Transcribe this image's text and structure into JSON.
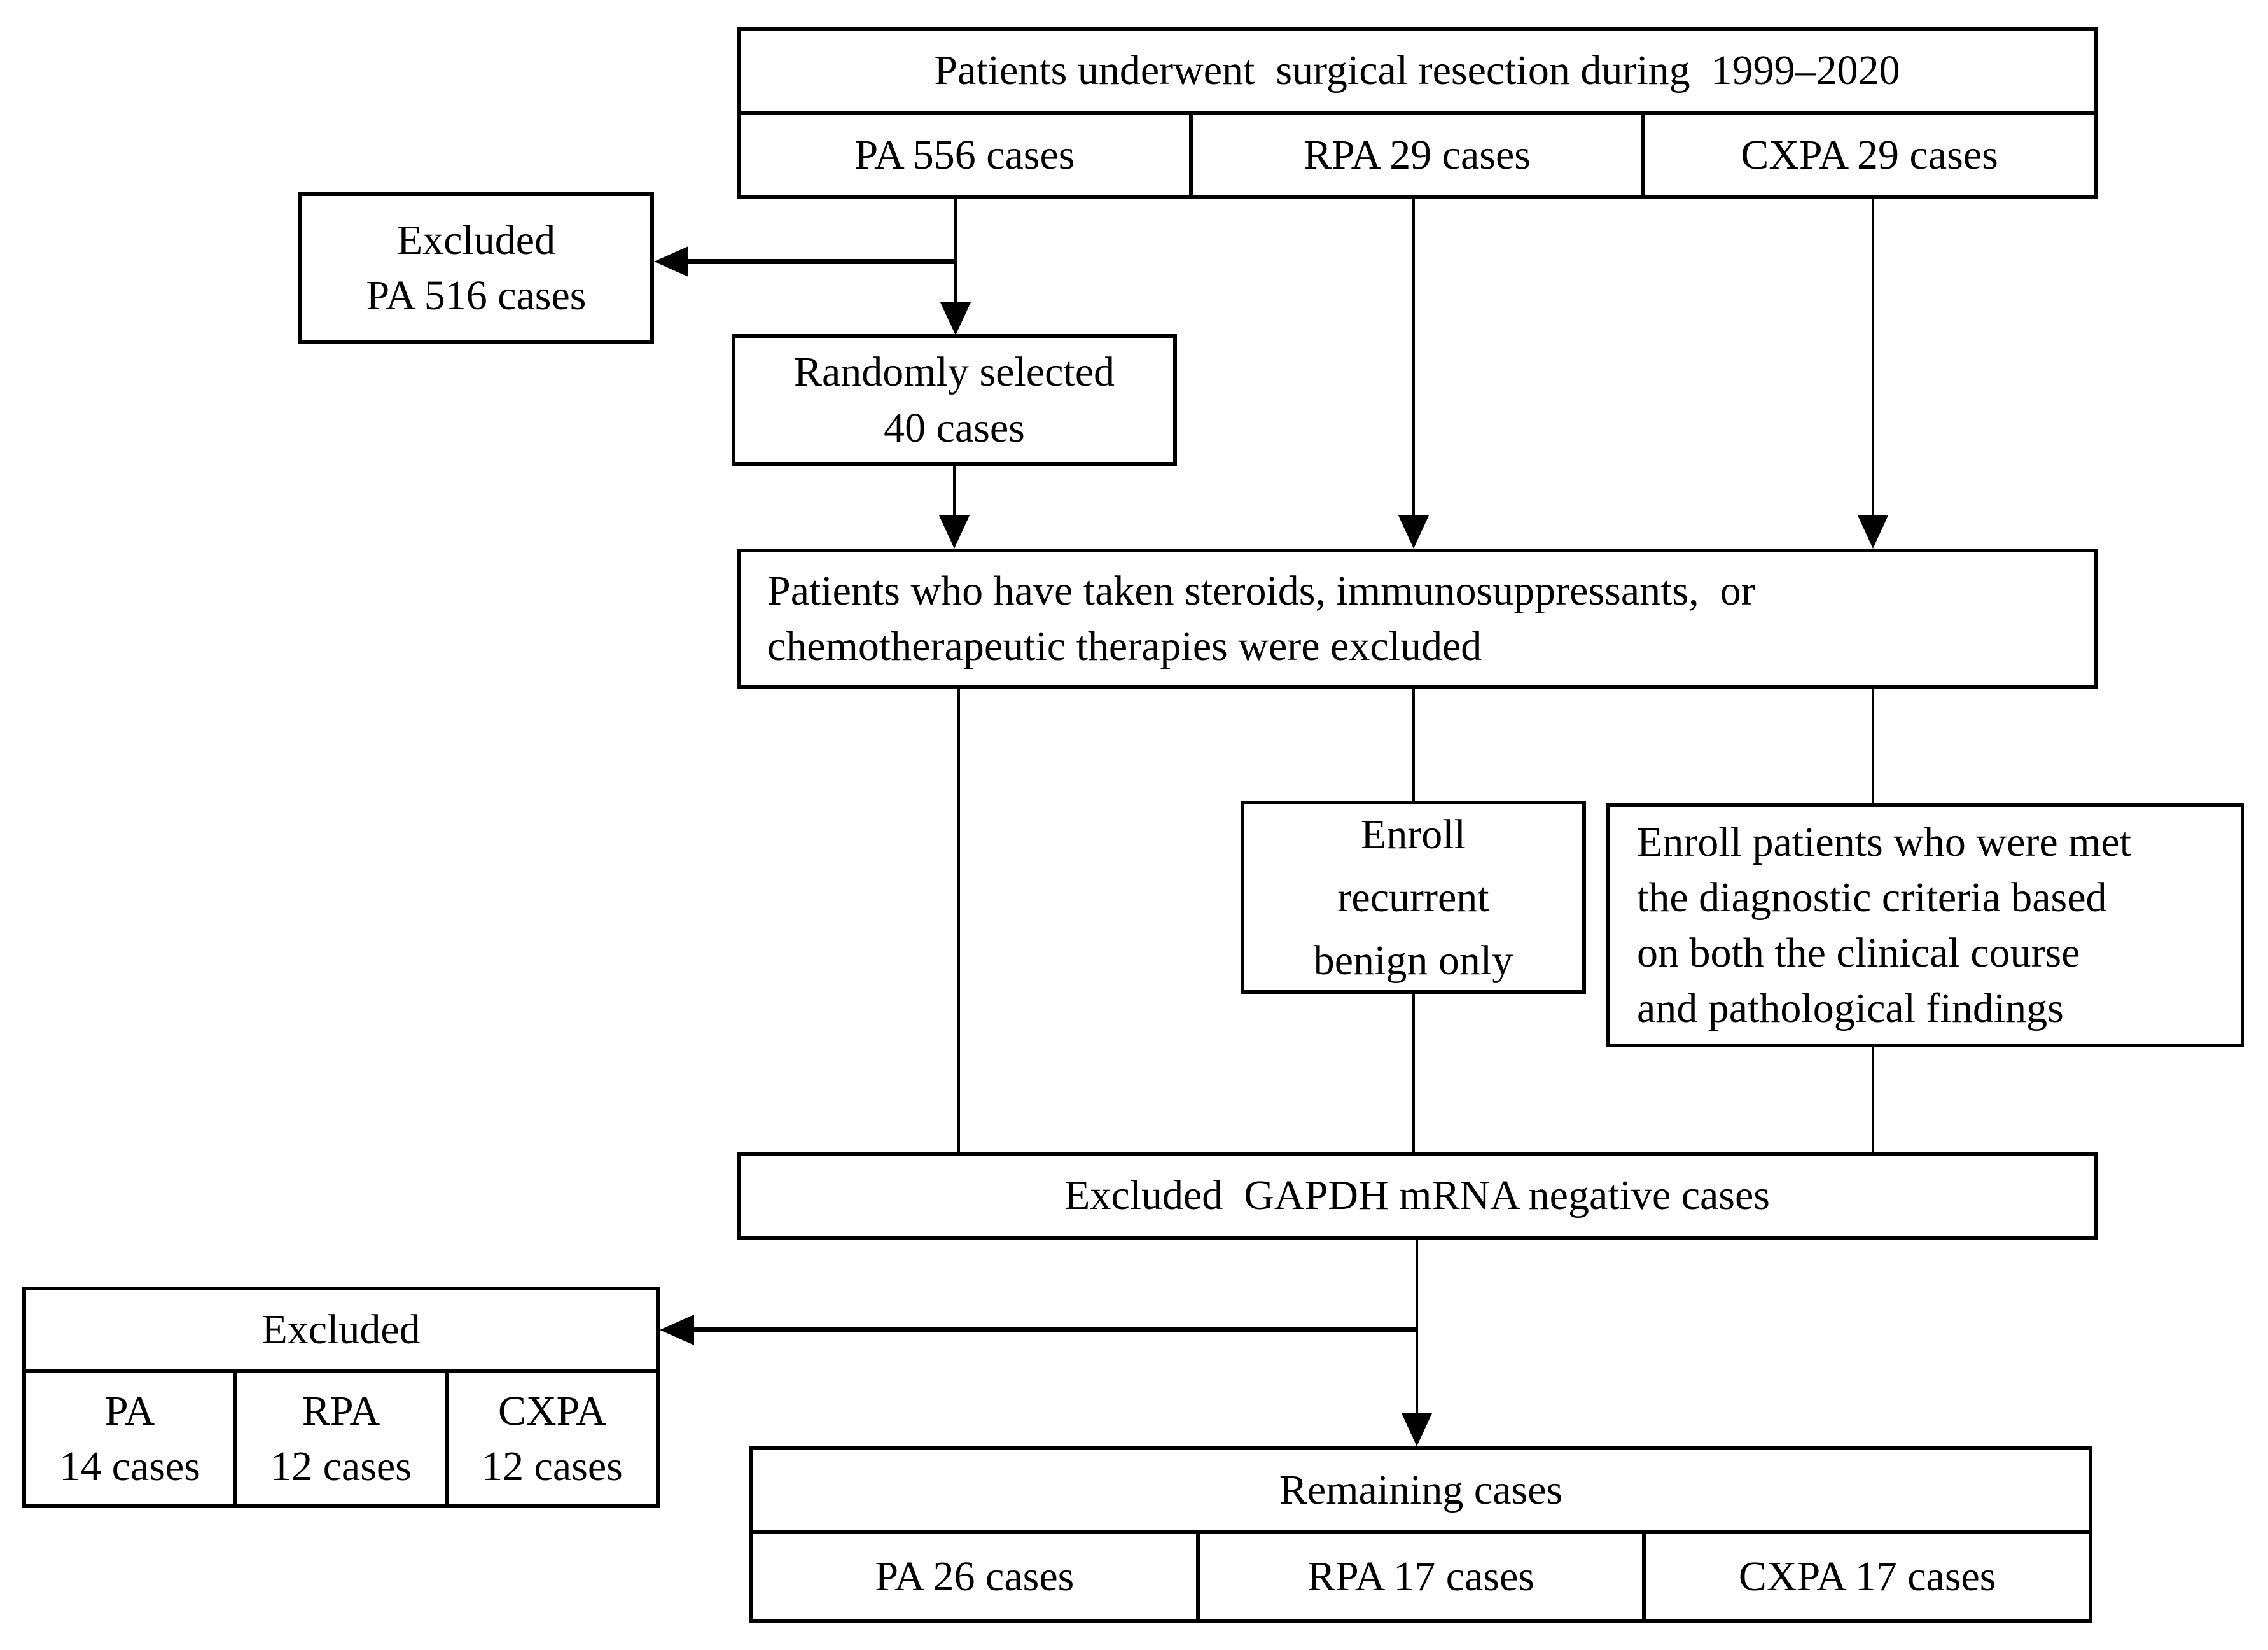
{
  "figure": {
    "top_table": {
      "title": "Patients underwent  surgical resection during  1999–2020",
      "cells": [
        "PA 556 cases",
        "RPA 29 cases",
        "CXPA 29 cases"
      ]
    },
    "excluded_pa": "Excluded\nPA 516 cases",
    "randomly_selected": "Randomly selected\n40 cases",
    "steroids": "Patients who have taken steroids, immunosuppressants,  or\nchemotherapeutic therapies were excluded",
    "enroll_recurrent": "Enroll\nrecurrent\nbenign only",
    "enroll_criteria": "Enroll patients who were met\nthe diagnostic criteria based\non both the clinical course\nand pathological findings",
    "gapdh": "Excluded  GAPDH mRNA negative cases",
    "excluded_table": {
      "title": "Excluded",
      "cells": [
        "PA\n14 cases",
        "RPA\n12 cases",
        "CXPA\n12 cases"
      ]
    },
    "remaining_table": {
      "title": "Remaining cases",
      "cells": [
        "PA 26 cases",
        "RPA 17 cases",
        "CXPA 17 cases"
      ]
    },
    "colors": {
      "line": "#000000",
      "background": "#ffffff"
    }
  }
}
